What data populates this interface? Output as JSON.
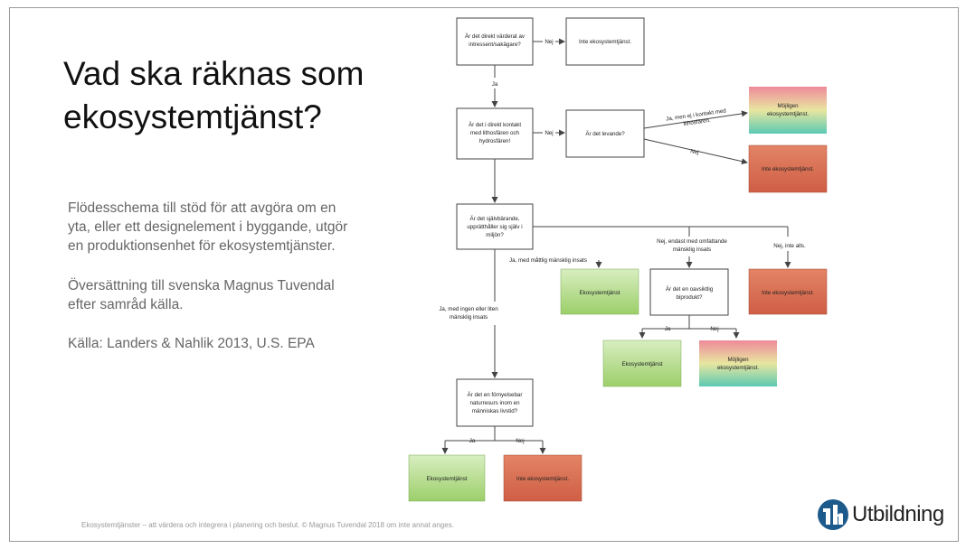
{
  "slide": {
    "title_line1": "Vad ska räknas som",
    "title_line2": "ekosystemtjänst?",
    "description": [
      "Flödesschema till stöd för att avgöra om en",
      "yta, eller ett designelement i byggande, utgör",
      "en produktionsenhet för ekosystemtjänster."
    ],
    "translation": [
      "Översättning till svenska Magnus Tuvendal",
      "efter samråd källa."
    ],
    "source": "Källa: Landers & Nahlik 2013, U.S. EPA",
    "footer": "Ekosystemtjänster – att värdera och integrera i planering och beslut. © Magnus Tuvendal 2018 om inte annat anges.",
    "logo_text": "Utbildning"
  },
  "colors": {
    "green_top": "#d8eec0",
    "green_bottom": "#9ccf6a",
    "red_top": "#e38465",
    "red_bottom": "#cf5e45",
    "maybe_top": "#ee8a9a",
    "maybe_mid": "#e8e6a0",
    "maybe_bottom": "#5cc9b2",
    "logo_blue": "#1d5a8c"
  },
  "flow": {
    "q1": [
      "Är det direkt värderat av",
      "intressent/sakägare?"
    ],
    "q1_no": "Nej",
    "r1": "Inte ekosystemtjänst.",
    "q1_yes": "Ja",
    "q2": [
      "Är det i direkt kontakt",
      "med lithosfären och",
      "hydrosfären!"
    ],
    "q2_no": "Nej",
    "q3": "Är det levande?",
    "q3_yes": [
      "Ja, men ej i kontakt med",
      "lithosfären."
    ],
    "q3_no": "Nej",
    "r_maybe1": [
      "Möjligen",
      "ekosystemtjänst."
    ],
    "r_not2": "Inte ekosystemtjänst.",
    "q4": [
      "Är det självbärande,",
      "upprätthåller sig själv i",
      "miljön?"
    ],
    "l_moderate": "Ja, med måttlig mänsklig insats",
    "l_extensive": [
      "Nej, endast med omfattande",
      "mänsklig insats"
    ],
    "l_none": "Nej, inte alls.",
    "l_little": [
      "Ja, med ingen eller liten",
      "mänsklig insats"
    ],
    "r_eco1": "Ekosystemtjänst",
    "q5": [
      "Är det en oavsiktlig",
      "biprodukt?"
    ],
    "r_not3": "Inte ekosystemtjänst.",
    "q5_yes": "Ja",
    "q5_no": "Nej",
    "r_eco2": "Ekosystemtjänst",
    "r_maybe2": [
      "Möjligen",
      "ekosystemtjänst."
    ],
    "q6": [
      "Är det en förnyelsebar",
      "naturresurs inom en",
      "människas livstid?"
    ],
    "q6_yes": "Ja",
    "q6_no": "Nej",
    "r_eco3": "Ekosystemtjänst",
    "r_not4": "Inte ekosystemtjänst."
  }
}
